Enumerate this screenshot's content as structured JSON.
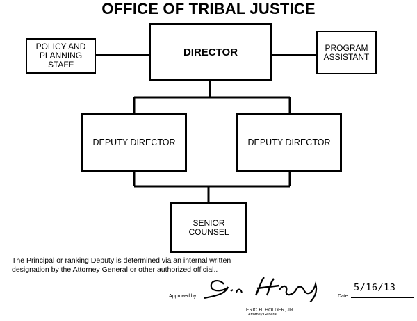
{
  "title": "OFFICE OF TRIBAL JUSTICE",
  "org": {
    "director": "DIRECTOR",
    "policy_staff": [
      "POLICY AND",
      "PLANNING",
      "STAFF"
    ],
    "program_assistant": [
      "PROGRAM",
      "ASSISTANT"
    ],
    "deputy_left": "DEPUTY DIRECTOR",
    "deputy_right": "DEPUTY DIRECTOR",
    "senior_counsel": [
      "SENIOR",
      "COUNSEL"
    ]
  },
  "note": "The Principal or ranking Deputy is determined via an internal written designation by the Attorney General or other authorized official..",
  "approval": {
    "approved_by_label": "Approved by:",
    "signer_name": "ERIC H. HOLDER, JR.",
    "signer_title": "Attorney General",
    "date_label": "Date:",
    "date_value": "5/16/13"
  }
}
